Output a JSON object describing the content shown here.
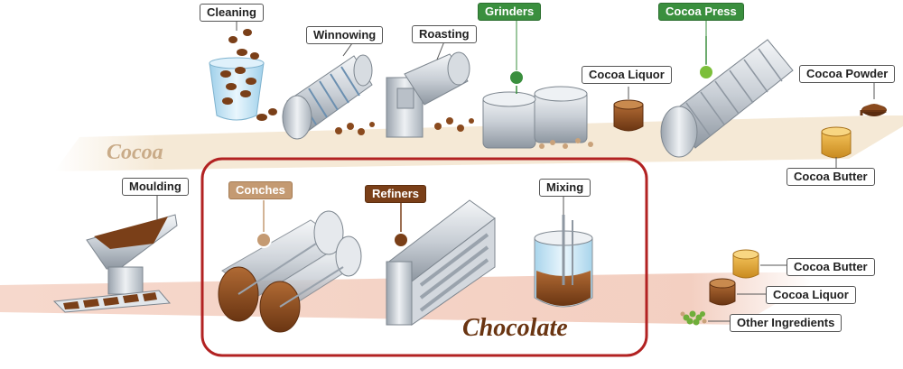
{
  "labels": {
    "cleaning": "Cleaning",
    "winnowing": "Winnowing",
    "roasting": "Roasting",
    "grinders": "Grinders",
    "cocoa_press": "Cocoa Press",
    "cocoa_liquor_top": "Cocoa Liquor",
    "cocoa_powder": "Cocoa Powder",
    "cocoa_butter_top": "Cocoa Butter",
    "moulding": "Moulding",
    "conches": "Conches",
    "refiners": "Refiners",
    "mixing": "Mixing",
    "cocoa_butter_bottom": "Cocoa Butter",
    "cocoa_liquor_bottom": "Cocoa Liquor",
    "other_ingredients": "Other Ingredients"
  },
  "bands": {
    "cocoa": "Cocoa",
    "chocolate": "Chocolate"
  },
  "colors": {
    "green_label": "#3a8f3e",
    "conches_label": "#c49a72",
    "refiners_label": "#7a3f18",
    "highlight_box": "#b22222",
    "cocoa_band": "#f3e6cf",
    "chocolate_band": "#f2cfc2"
  }
}
